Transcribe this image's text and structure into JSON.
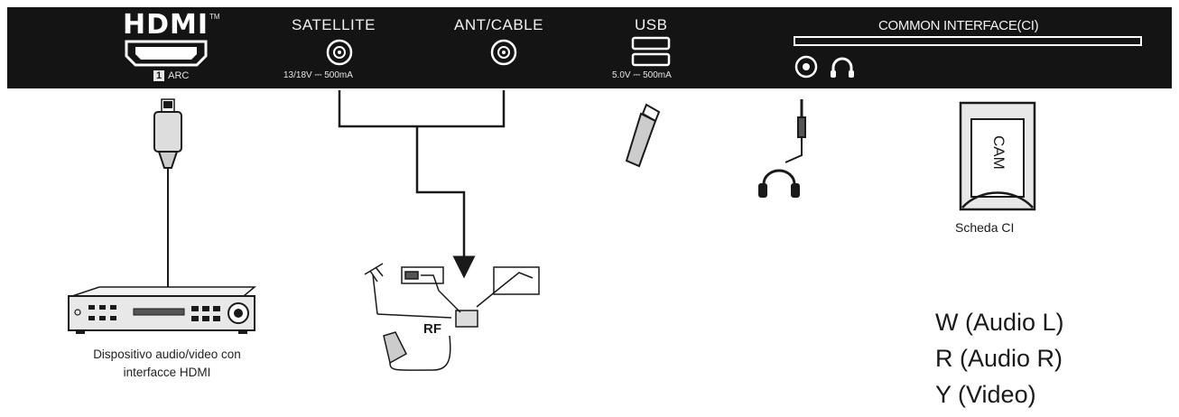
{
  "ports": {
    "hdmi": {
      "logo": "HDMI",
      "tm": "TM",
      "arc_number": "1",
      "arc_label": "ARC"
    },
    "satellite": {
      "label": "SATELLITE",
      "spec": "13/18V ⎓ 500mA"
    },
    "ant_cable": {
      "label": "ANT/CABLE"
    },
    "usb": {
      "label": "USB",
      "spec": "5.0V ⎓ 500mA"
    },
    "ci": {
      "label": "COMMON INTERFACE(CI)"
    }
  },
  "devices": {
    "av_device_caption": [
      "Dispositivo audio/video con",
      "interfacce HDMI"
    ],
    "cam_label": "CAM",
    "ci_card_caption": "Scheda CI",
    "rf_label": "RF"
  },
  "legend": [
    "W (Audio L)",
    "R (Audio R)",
    "Y (Video)"
  ],
  "colors": {
    "panel": "#141414",
    "ink": "#1a1a1a",
    "device_fill": "#e8e8e8"
  }
}
